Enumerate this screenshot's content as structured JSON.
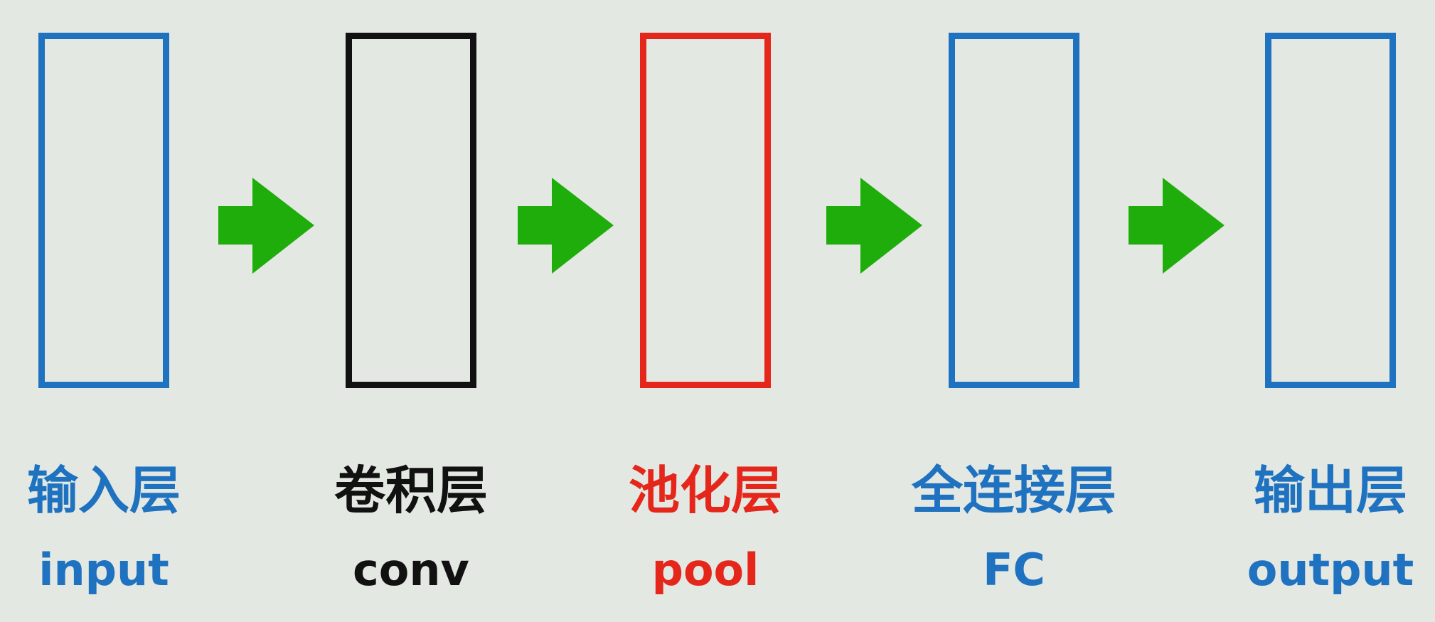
{
  "layers": [
    {
      "id": "input",
      "name_cn": "输入层",
      "name_en": "input",
      "color": "#1f72c0"
    },
    {
      "id": "conv",
      "name_cn": "卷积层",
      "name_en": "conv",
      "color": "#111111"
    },
    {
      "id": "pool",
      "name_cn": "池化层",
      "name_en": "pool",
      "color": "#e5261b"
    },
    {
      "id": "fc",
      "name_cn": "全连接层",
      "name_en": "FC",
      "color": "#1f72c0"
    },
    {
      "id": "output",
      "name_cn": "输出层",
      "name_en": "output",
      "color": "#1f72c0"
    }
  ],
  "arrow_color": "#1fad0b",
  "arrow_icon": "right-arrow-icon"
}
